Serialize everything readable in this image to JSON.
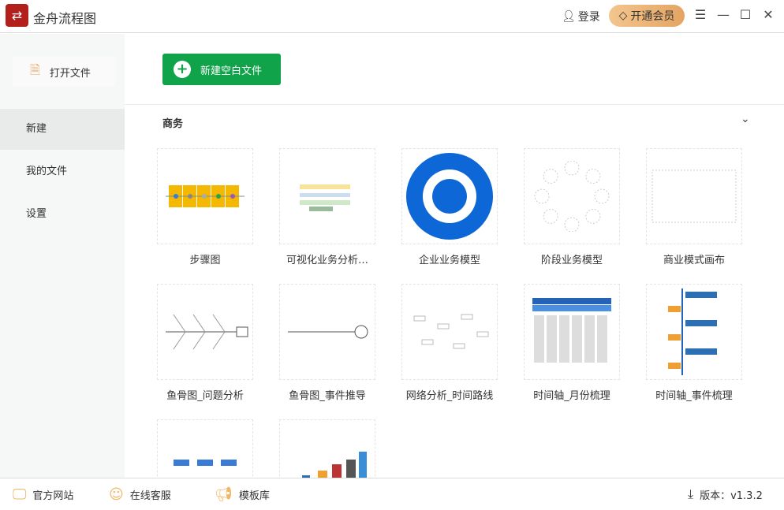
{
  "app": {
    "title": "金舟流程图",
    "login": "登录",
    "vip": "开通会员"
  },
  "sidebar": {
    "open_file": "打开文件",
    "items": [
      {
        "label": "新建",
        "active": true
      },
      {
        "label": "我的文件"
      },
      {
        "label": "设置"
      }
    ]
  },
  "main": {
    "new_blank": "新建空白文件",
    "section": "商务",
    "templates": [
      {
        "label": "步骤图",
        "kind": "steps"
      },
      {
        "label": "可视化业务分析…",
        "kind": "analysis"
      },
      {
        "label": "企业业务模型",
        "kind": "enterprise"
      },
      {
        "label": "阶段业务模型",
        "kind": "stage"
      },
      {
        "label": "商业模式画布",
        "kind": "canvas"
      },
      {
        "label": "鱼骨图_问题分析",
        "kind": "fishbone"
      },
      {
        "label": "鱼骨图_事件推导",
        "kind": "fishbone2"
      },
      {
        "label": "网络分析_时间路线",
        "kind": "network"
      },
      {
        "label": "时间轴_月份梳理",
        "kind": "timeline-month"
      },
      {
        "label": "时间轴_事件梳理",
        "kind": "timeline-event"
      },
      {
        "label": "",
        "kind": "flow"
      },
      {
        "label": "",
        "kind": "blocks"
      }
    ]
  },
  "footer": {
    "website": "官方网站",
    "service": "在线客服",
    "templates": "模板库",
    "version": "版本：v1.3.2"
  },
  "colors": {
    "brand": "#b3201c",
    "green": "#10a34a",
    "vip": "#e4a463"
  }
}
